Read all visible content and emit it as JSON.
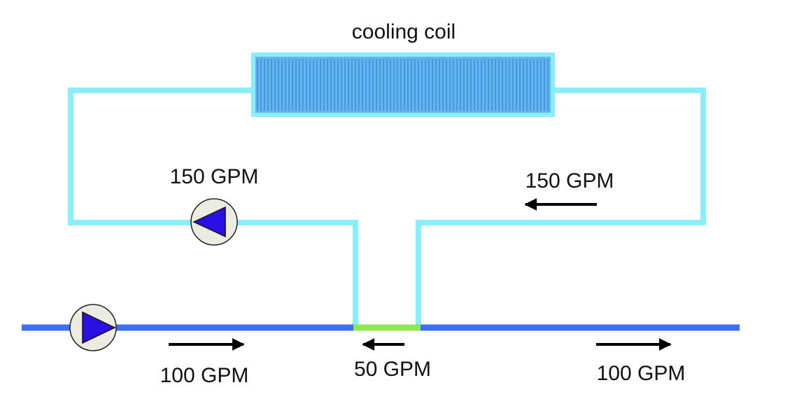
{
  "labels": {
    "coil": "cooling coil",
    "secondary_supply_flow": "150 GPM",
    "secondary_return_flow": "150 GPM",
    "primary_supply_flow": "100 GPM",
    "bypass_flow": "50 GPM",
    "primary_return_flow": "100 GPM"
  },
  "colors": {
    "secondary_pipe": "#88eef7",
    "primary_pipe": "#3f6ef0",
    "bypass_pipe": "#92e651",
    "coil_fill": "#64b4f0",
    "coil_fins": "#3f90da",
    "pump_body": "#ecebe2",
    "pump_triangle": "#2b10e6",
    "arrow": "#000000"
  },
  "icons": {
    "primary_pump": "pump-icon",
    "secondary_pump": "pump-icon",
    "flow_arrows": "arrow-icon"
  }
}
